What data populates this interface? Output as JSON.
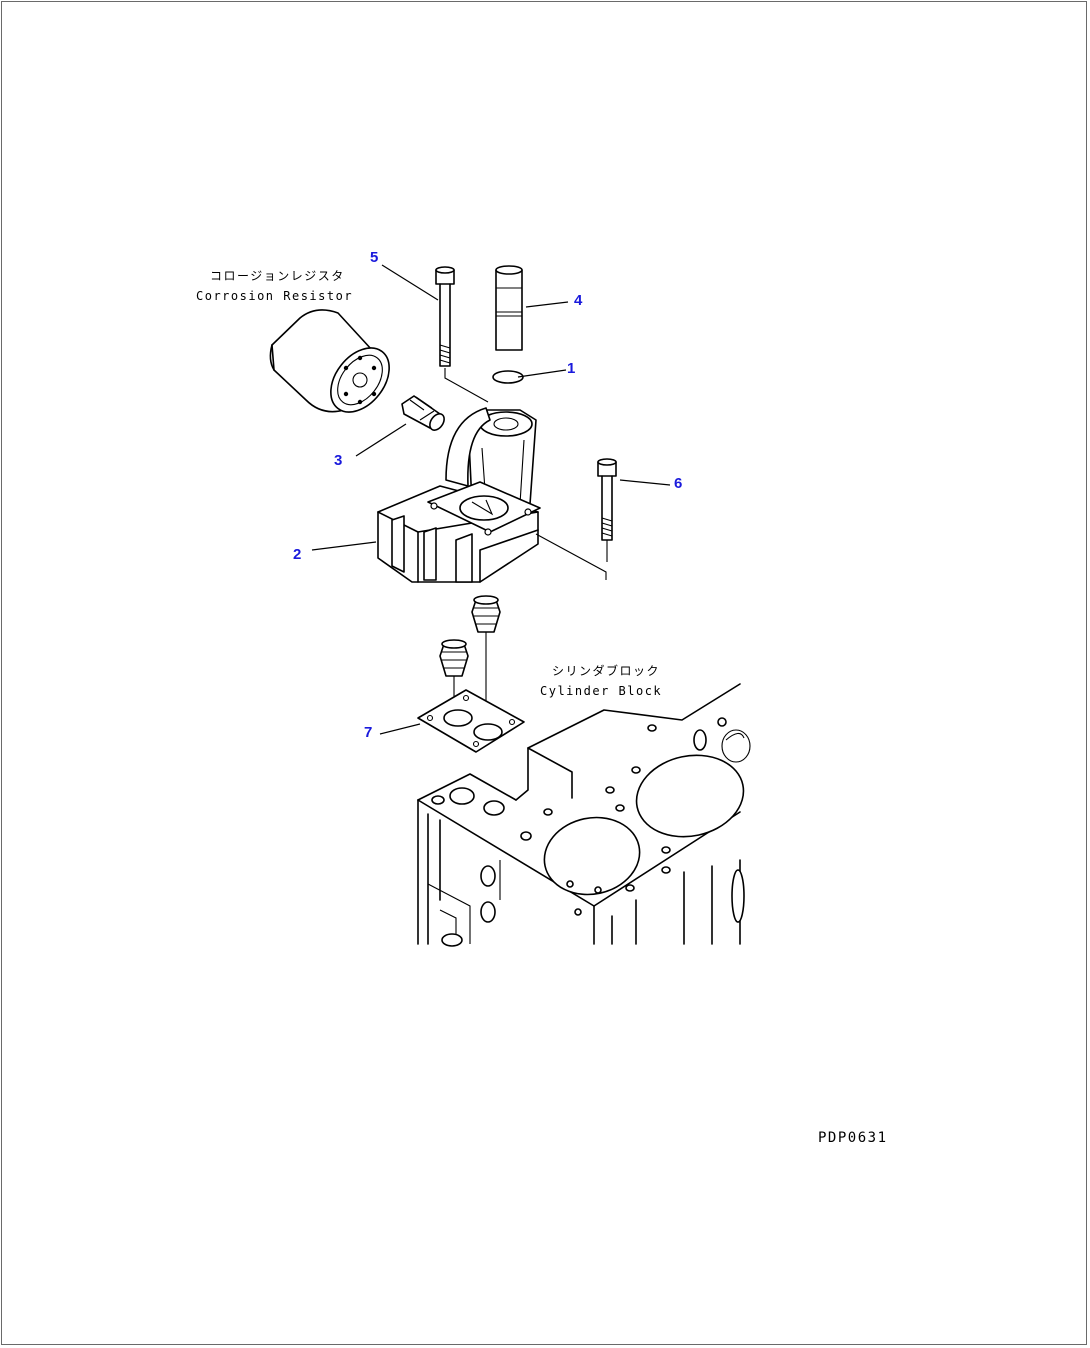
{
  "figure": {
    "drawing_number": "PDP0631",
    "labels": {
      "corrosion_resistor_jp": "コロージョンレジスタ",
      "corrosion_resistor_en": "Corrosion Resistor",
      "cylinder_block_jp": "シリンダブロック",
      "cylinder_block_en": "Cylinder Block"
    },
    "callouts": [
      "1",
      "2",
      "3",
      "4",
      "5",
      "6",
      "7"
    ],
    "callout_color": "#1a1adc"
  }
}
